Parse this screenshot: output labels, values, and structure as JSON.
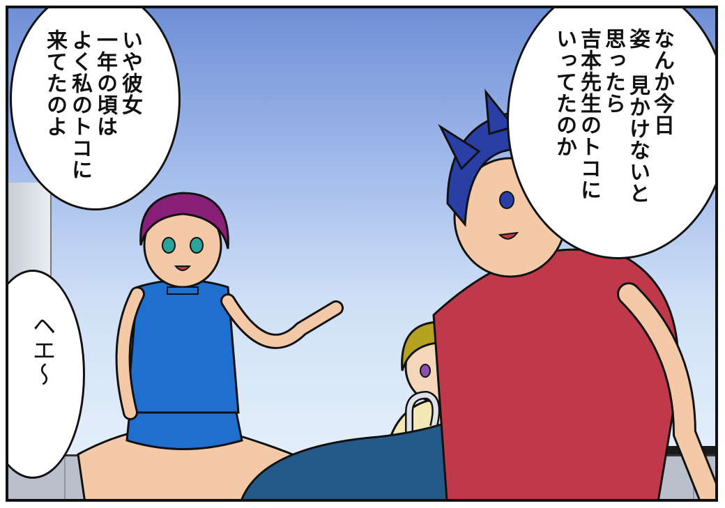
{
  "bubbles": {
    "right": {
      "lines": "なんか今日\n姿 見かけないと\n思ったら\n吉本先生のトコに\nいってたのか"
    },
    "left": {
      "lines": "いや彼女\n一年の頃は\nよく私のトコに\n来てたのよ"
    },
    "small": {
      "lines": "ヘエ〜"
    }
  },
  "colors": {
    "sky_top": "#6f8fd6",
    "sky_bottom": "#eaf3fb",
    "girl_hair": "#8a1f7a",
    "girl_top": "#1f6fd1",
    "boy_hair": "#2a3fa6",
    "boy_shirt": "#c0394a",
    "boy_jeans": "#245a8a",
    "blonde_hair": "#b5a21f"
  }
}
